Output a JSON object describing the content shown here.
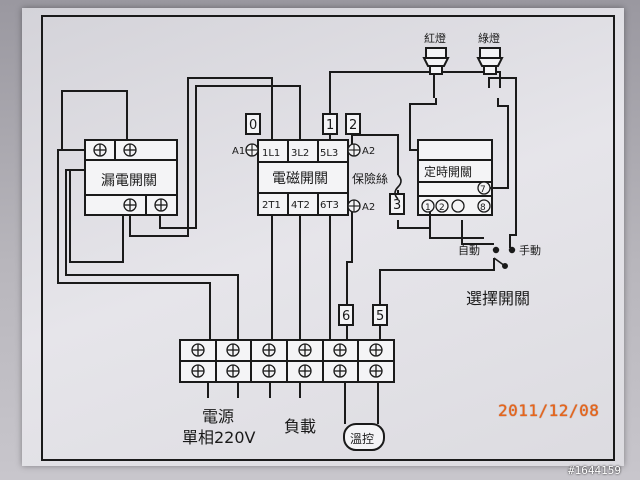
{
  "labels": {
    "leakage_switch": "漏電開關",
    "magnetic_switch": "電磁開關",
    "fuse": "保險絲",
    "timer_switch": "定時開關",
    "red_lamp": "紅燈",
    "green_lamp": "綠燈",
    "auto": "自動",
    "manual": "手動",
    "selector_switch": "選擇開關",
    "power_source_line1": "電源",
    "power_source_line2": "單相220V",
    "load": "負載",
    "thermostat": "溫控"
  },
  "contactor_terminals": {
    "top": [
      "1L1",
      "3L2",
      "5L3"
    ],
    "bottom": [
      "2T1",
      "4T2",
      "6T3"
    ],
    "coil_a1": "A1",
    "coil_a2_top": "A2",
    "coil_a2_bottom": "A2"
  },
  "terminal_numbers": {
    "t0": "0",
    "t1": "1",
    "t2": "2",
    "t3": "3",
    "t5": "5",
    "t6": "6",
    "timer_7": "7",
    "timer_8": "8",
    "timer_1": "1",
    "timer_2": "2"
  },
  "date_stamp": "2011/12/08",
  "watermark": "#1644159",
  "colors": {
    "ink": "#1a1a1a",
    "date_stamp": "#e8651a",
    "sheet": "#e2e1e6"
  }
}
